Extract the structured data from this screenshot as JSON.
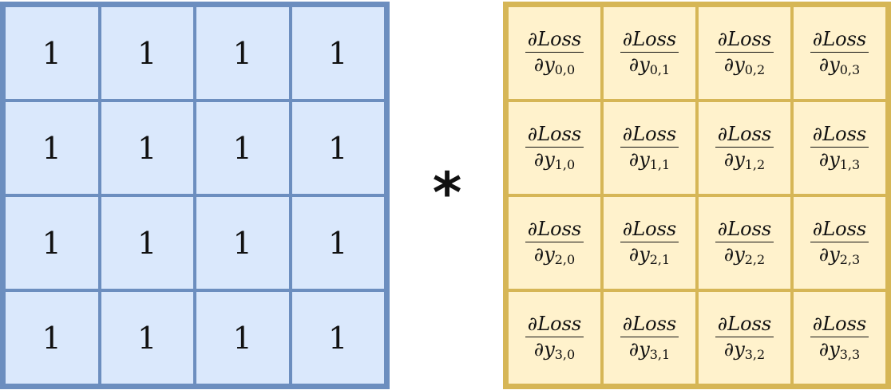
{
  "left_matrix": {
    "rows": [
      [
        "1",
        "1",
        "1",
        "1"
      ],
      [
        "1",
        "1",
        "1",
        "1"
      ],
      [
        "1",
        "1",
        "1",
        "1"
      ],
      [
        "1",
        "1",
        "1",
        "1"
      ]
    ],
    "fill": "#dae8fc",
    "stroke": "#6c8ebf"
  },
  "operator": "*",
  "right_matrix": {
    "numerator": "∂Loss",
    "denominator_prefix": "∂y",
    "subscripts": [
      [
        "0,0",
        "0,1",
        "0,2",
        "0,3"
      ],
      [
        "1,0",
        "1,1",
        "1,2",
        "1,3"
      ],
      [
        "2,0",
        "2,1",
        "2,2",
        "2,3"
      ],
      [
        "3,0",
        "3,1",
        "3,2",
        "3,3"
      ]
    ],
    "fill": "#fff2cc",
    "stroke": "#d6b656"
  }
}
